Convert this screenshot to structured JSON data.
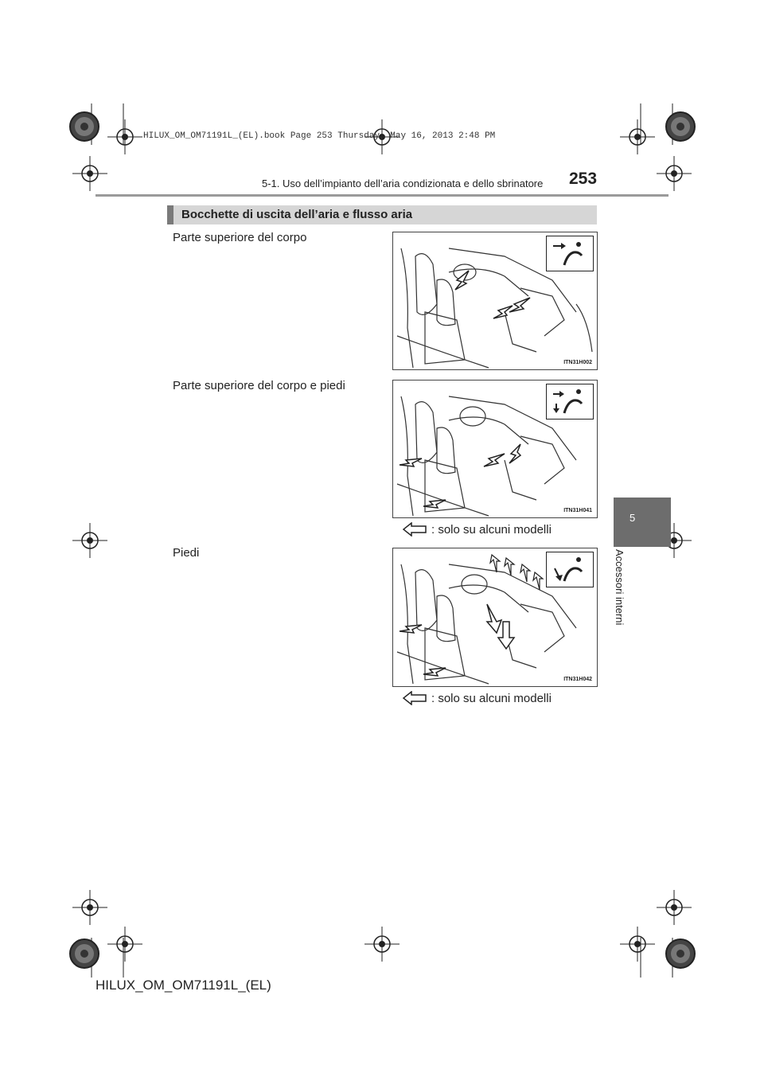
{
  "print_info": "HILUX_OM_OM71191L_(EL).book  Page 253  Thursday, May 16, 2013  2:48 PM",
  "header": {
    "section_title": "5-1. Uso dell’impianto dell’aria condizionata e dello sbrinatore",
    "page_number": "253"
  },
  "side_tab": {
    "chapter_number": "5",
    "chapter_label": "Accessori interni"
  },
  "main": {
    "title": "Bocchette di uscita dell’aria e flusso aria",
    "items": [
      {
        "caption": "Parte superiore del corpo",
        "figure_code": "ITN31H002",
        "icon": "face-vent-icon"
      },
      {
        "caption": "Parte superiore del corpo e piedi",
        "figure_code": "ITN31H041",
        "icon": "bi-level-vent-icon",
        "note": ": solo su alcuni modelli"
      },
      {
        "caption": "Piedi",
        "figure_code": "ITN31H042",
        "icon": "foot-vent-icon",
        "note": ": solo su alcuni modelli"
      }
    ]
  },
  "footer": {
    "doc_code": "HILUX_OM_OM71191L_(EL)"
  },
  "colors": {
    "title_bar": "#d6d6d6",
    "title_accent": "#7a7a7a",
    "side_tab": "#6d6d6d",
    "rule": "#9a9a9a"
  }
}
